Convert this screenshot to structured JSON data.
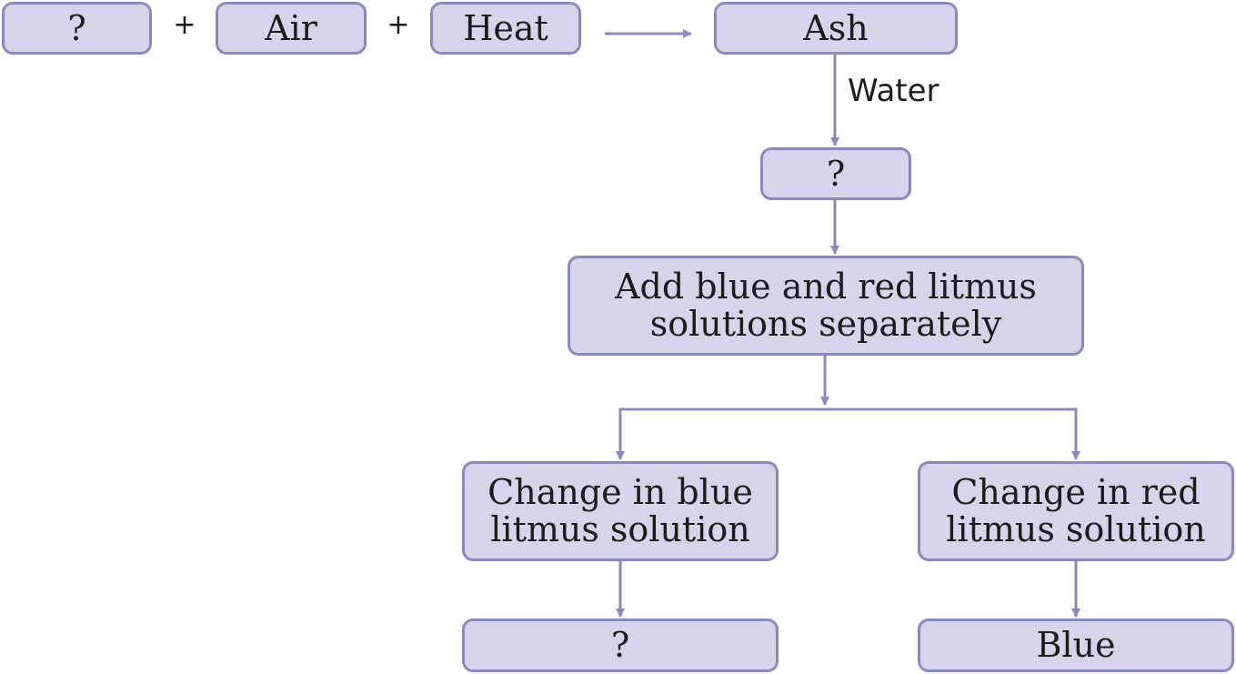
{
  "diagram": {
    "reactants": {
      "unknown_label": "?",
      "air_label": "Air",
      "heat_label": "Heat",
      "plus_symbol": "+"
    },
    "product_label": "Ash",
    "edge_label": "Water",
    "solution_label": "?",
    "test_step_label": "Add blue and red litmus solutions separately",
    "branches": {
      "blue_litmus_label": "Change in blue litmus solution",
      "red_litmus_label": "Change in red litmus solution",
      "blue_result_label": "?",
      "red_result_label": "Blue"
    },
    "colors": {
      "box_fill": "#d6d3ea",
      "box_border": "#8a89be",
      "connector": "#8a89be",
      "text": "#1c1c1c"
    }
  }
}
